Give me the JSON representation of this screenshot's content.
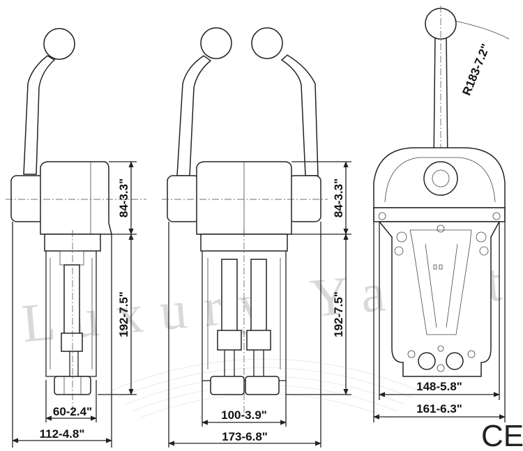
{
  "watermark": "Luxury Yacht",
  "ce_mark": "CE",
  "single_lever": {
    "height_top": "84-3.3\"",
    "height_bottom": "192-7.5\"",
    "inner_width": "60-2.4\"",
    "overall_width": "112-4.8\""
  },
  "dual_lever": {
    "height_top": "84-3.3\"",
    "height_bottom": "192-7.5\"",
    "inner_width": "100-3.9\"",
    "overall_width": "173-6.8\""
  },
  "front_view": {
    "radius": "R183-7.2\"",
    "plate_width": "148-5.8\"",
    "overall_width": "161-6.3\""
  }
}
